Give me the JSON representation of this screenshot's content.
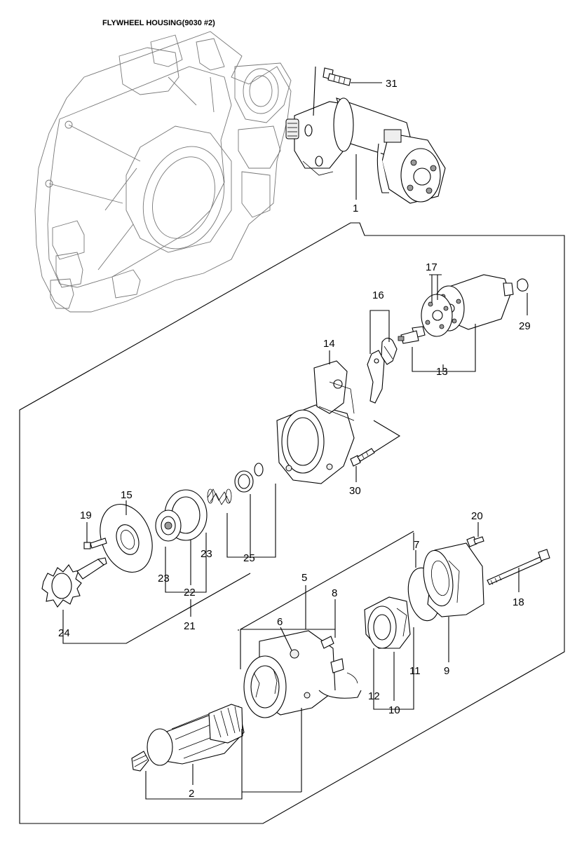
{
  "title": "FLYWHEEL HOUSING(9030 #2)",
  "callouts": [
    {
      "id": "c1",
      "label": "1"
    },
    {
      "id": "c2",
      "label": "2"
    },
    {
      "id": "c5",
      "label": "5"
    },
    {
      "id": "c6",
      "label": "6"
    },
    {
      "id": "c7",
      "label": "7"
    },
    {
      "id": "c8",
      "label": "8"
    },
    {
      "id": "c9",
      "label": "9"
    },
    {
      "id": "c10",
      "label": "10"
    },
    {
      "id": "c11",
      "label": "11"
    },
    {
      "id": "c12",
      "label": "12"
    },
    {
      "id": "c13",
      "label": "13"
    },
    {
      "id": "c14",
      "label": "14"
    },
    {
      "id": "c15",
      "label": "15"
    },
    {
      "id": "c16",
      "label": "16"
    },
    {
      "id": "c17",
      "label": "17"
    },
    {
      "id": "c18",
      "label": "18"
    },
    {
      "id": "c19",
      "label": "19"
    },
    {
      "id": "c20",
      "label": "20"
    },
    {
      "id": "c21",
      "label": "21"
    },
    {
      "id": "c22",
      "label": "22"
    },
    {
      "id": "c23a",
      "label": "23"
    },
    {
      "id": "c23b",
      "label": "23"
    },
    {
      "id": "c24",
      "label": "24"
    },
    {
      "id": "c25",
      "label": "25"
    },
    {
      "id": "c29",
      "label": "29"
    },
    {
      "id": "c30",
      "label": "30"
    },
    {
      "id": "c31",
      "label": "31"
    }
  ]
}
